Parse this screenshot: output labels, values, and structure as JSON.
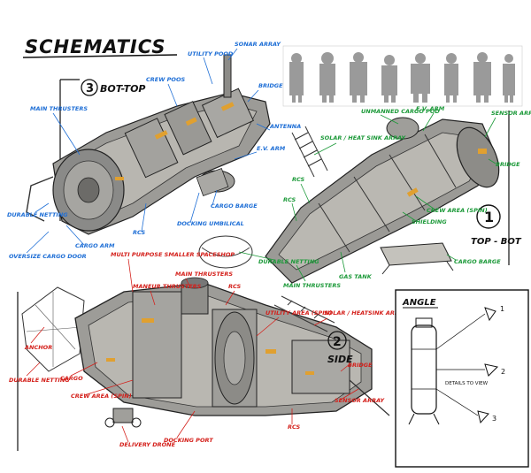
{
  "title": "SCHEMATICS",
  "views": {
    "bot_top": {
      "number": "3",
      "label": "BOT-TOP"
    },
    "top_bot": {
      "number": "1",
      "label": "TOP - BOT"
    },
    "side": {
      "number": "2",
      "label": "SIDE"
    },
    "angle": {
      "label": "ANGLE",
      "marks": [
        "1",
        "2",
        "3"
      ],
      "note": "DETAILS TO VIEW"
    }
  },
  "labels": {
    "blue": [
      "UTILITY POOD",
      "SONAR ARRAY",
      "CREW POOS",
      "BRIDGE",
      "MAIN THRUSTERS",
      "ANTENNA",
      "E.V. ARM",
      "DURABLE NETTING",
      "CARGO BARGE",
      "DOCKING UMBILICAL",
      "RCS",
      "CARGO ARM",
      "OVERSIZE CARGO DOOR"
    ],
    "green": [
      "UNMANNED CARGO POD",
      "E.V. ARM",
      "SENSOR ARRAY",
      "SOLAR / HEAT SINK ARRAY",
      "BRIDGE",
      "CREW AREA (SPIN)",
      "RCS",
      "SHIELDING",
      "RCS",
      "DURABLE NETTING",
      "MAIN THRUSTERS",
      "GAS TANK",
      "CARGO BARGE"
    ],
    "red": [
      "MULTI PURPOSE SMALLER SPACESHOP",
      "MAIN THRUSTERS",
      "MANEUR THRUSTERS",
      "RCS",
      "UTILITY AREA (SPIN)",
      "SOLAR / HEATSINK ARRAY",
      "ANCHOR",
      "DURABLE NETTING",
      "CARGO",
      "CREW AREA (SPIN)",
      "BRIDGE",
      "SENSOR ARRAY",
      "DELIVERY DRONE",
      "DOCKING PORT",
      "RCS"
    ]
  },
  "colors": {
    "blue_ink": "#1f6fd6",
    "green_ink": "#1d9a3a",
    "red_ink": "#d4201b",
    "hull_gray": "#8a8a88",
    "hull_light": "#b8b6b0",
    "accent_orange": "#e0a030",
    "silhouette": "#9a9a9a"
  }
}
